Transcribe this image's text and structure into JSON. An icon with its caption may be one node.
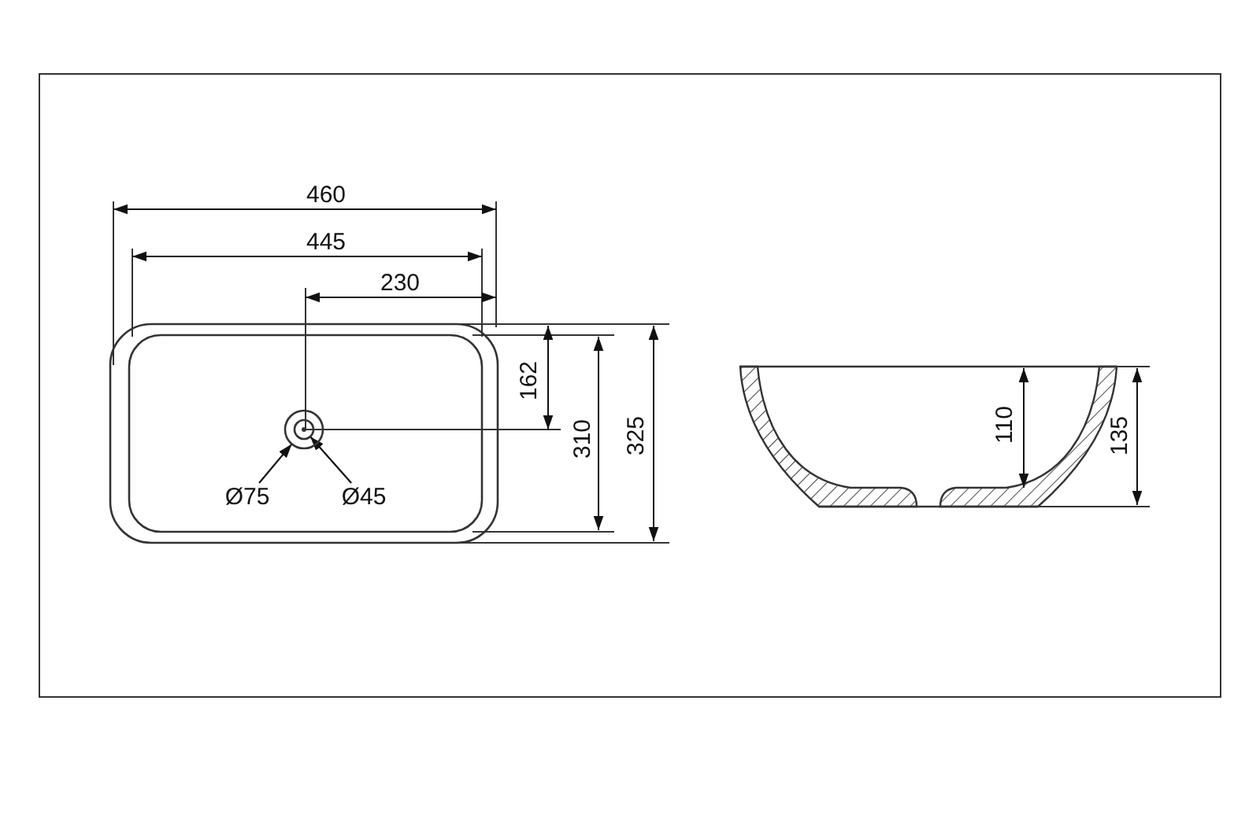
{
  "diagram": {
    "nodes": [
      {
        "text": [
          "Ø75"
        ]
      },
      {
        "text": [
          "Ø45"
        ]
      },
      {
        "text": [],
        "shape": "circle"
      },
      {
        "text": [],
        "shape": "circle",
        "in": 2
      }
    ],
    "edges": [
      {
        "from": 0,
        "to": 2,
        "arrow": "to"
      },
      {
        "from": 1,
        "to": 3,
        "arrow": "to"
      }
    ],
    "labels": [
      "460",
      "445",
      "230",
      "162",
      "310",
      "325",
      "110",
      "135"
    ]
  }
}
